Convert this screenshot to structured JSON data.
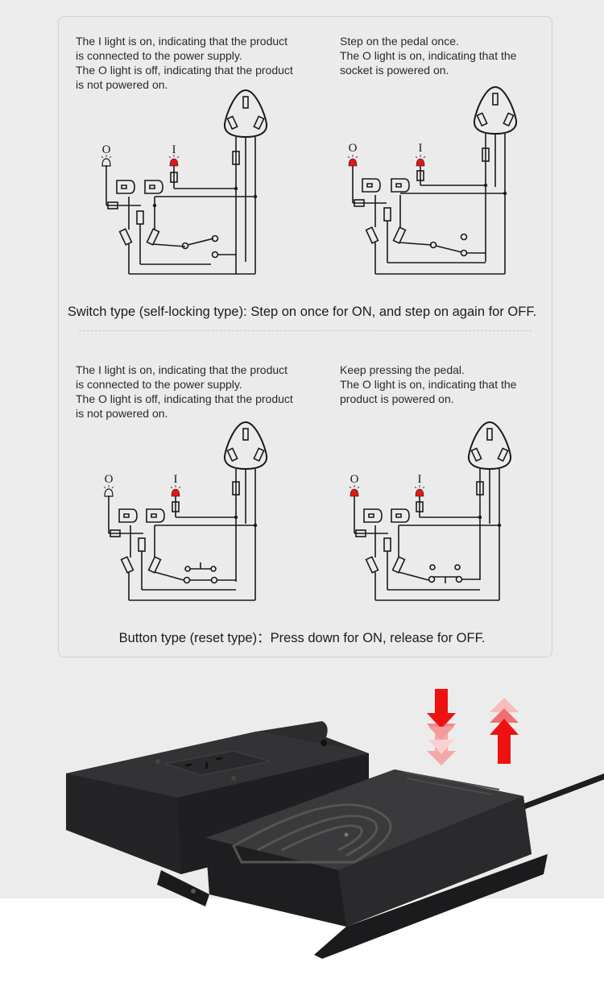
{
  "top": {
    "left_caption": "The I light is on, indicating that the product\nis connected to the power supply.\nThe O light is off, indicating that the product\nis not powered on.",
    "right_caption": "Step on the pedal once.\nThe O light is on, indicating that the\nsocket is powered on.",
    "title": "Switch type (self-locking type): Step on once for ON, and step on again for OFF."
  },
  "bottom": {
    "left_caption": "The I light is on, indicating that the product\nis connected to the power supply.\nThe O light is off, indicating that the product\nis not powered on.",
    "right_caption": "Keep pressing the pedal.\nThe O light is on, indicating that the\nproduct is powered on.",
    "title": "Button type (reset type)：Press down for ON, release for OFF."
  },
  "labels": {
    "o_light": "O",
    "i_light": "I"
  },
  "colors": {
    "lamp_on": "#e01818",
    "arrow": "#ee1111",
    "device": "#2a2a2c",
    "wire": "#1a1a1a"
  },
  "icons": {
    "press_arrow": "arrow-down-icon",
    "release_arrow": "arrow-up-icon"
  }
}
